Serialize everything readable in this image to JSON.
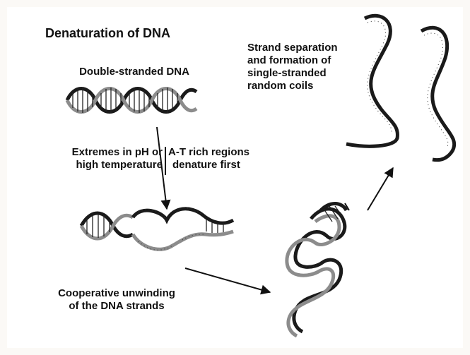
{
  "figure": {
    "title": "Denaturation of DNA",
    "labels": {
      "double_stranded": "Double-stranded DNA",
      "extremes": [
        "Extremes in pH or",
        "high temperature"
      ],
      "at_rich": [
        "A-T rich regions",
        "denature first"
      ],
      "separation": [
        "Strand separation",
        "and formation of",
        "single-stranded",
        "random coils"
      ],
      "cooperative": [
        "Cooperative unwinding",
        "of the DNA strands"
      ]
    }
  },
  "colors": {
    "background": "#fbf9f6",
    "ink": "#111111",
    "strand_outline": "#1a1a1a",
    "strand_shade": "#8c8c8c"
  },
  "icons": {
    "double_helix": "dna-double-helix",
    "partial_melt": "dna-bubble",
    "unwinding": "dna-unwinding",
    "single_strands": "dna-random-coils",
    "arrow": "down-arrow"
  }
}
